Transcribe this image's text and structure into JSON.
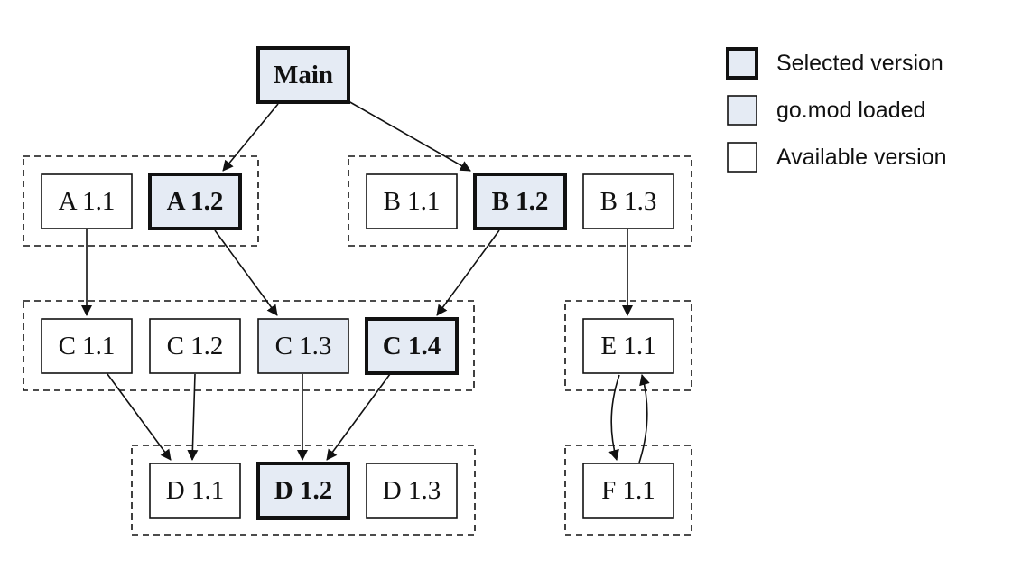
{
  "caption_fragment": "",
  "colors": {
    "loaded_fill": "#e5ebf4",
    "available_fill": "#ffffff",
    "stroke": "#111111"
  },
  "diagram": {
    "nodes": {
      "main": {
        "label": "Main",
        "status": "selected"
      },
      "a11": {
        "label": "A 1.1",
        "status": "available"
      },
      "a12": {
        "label": "A 1.2",
        "status": "selected"
      },
      "b11": {
        "label": "B 1.1",
        "status": "available"
      },
      "b12": {
        "label": "B 1.2",
        "status": "selected"
      },
      "b13": {
        "label": "B 1.3",
        "status": "available"
      },
      "c11": {
        "label": "C 1.1",
        "status": "available"
      },
      "c12": {
        "label": "C 1.2",
        "status": "available"
      },
      "c13": {
        "label": "C 1.3",
        "status": "loaded"
      },
      "c14": {
        "label": "C 1.4",
        "status": "selected"
      },
      "d11": {
        "label": "D 1.1",
        "status": "available"
      },
      "d12": {
        "label": "D 1.2",
        "status": "selected"
      },
      "d13": {
        "label": "D 1.3",
        "status": "available"
      },
      "e11": {
        "label": "E 1.1",
        "status": "available"
      },
      "f11": {
        "label": "F 1.1",
        "status": "available"
      }
    },
    "edges": [
      {
        "from": "Main",
        "to": "A 1.2"
      },
      {
        "from": "Main",
        "to": "B 1.2"
      },
      {
        "from": "A 1.1",
        "to": "C 1.1"
      },
      {
        "from": "A 1.2",
        "to": "C 1.3"
      },
      {
        "from": "B 1.2",
        "to": "C 1.4"
      },
      {
        "from": "B 1.3",
        "to": "E 1.1"
      },
      {
        "from": "C 1.1",
        "to": "D 1.1"
      },
      {
        "from": "C 1.2",
        "to": "D 1.1"
      },
      {
        "from": "C 1.3",
        "to": "D 1.2"
      },
      {
        "from": "C 1.4",
        "to": "D 1.2"
      },
      {
        "from": "E 1.1",
        "to": "F 1.1"
      },
      {
        "from": "F 1.1",
        "to": "E 1.1"
      }
    ]
  },
  "legend": {
    "items": [
      {
        "label": "Selected version",
        "swatch": "selected"
      },
      {
        "label": "go.mod loaded",
        "swatch": "loaded"
      },
      {
        "label": "Available version",
        "swatch": "available"
      }
    ]
  }
}
